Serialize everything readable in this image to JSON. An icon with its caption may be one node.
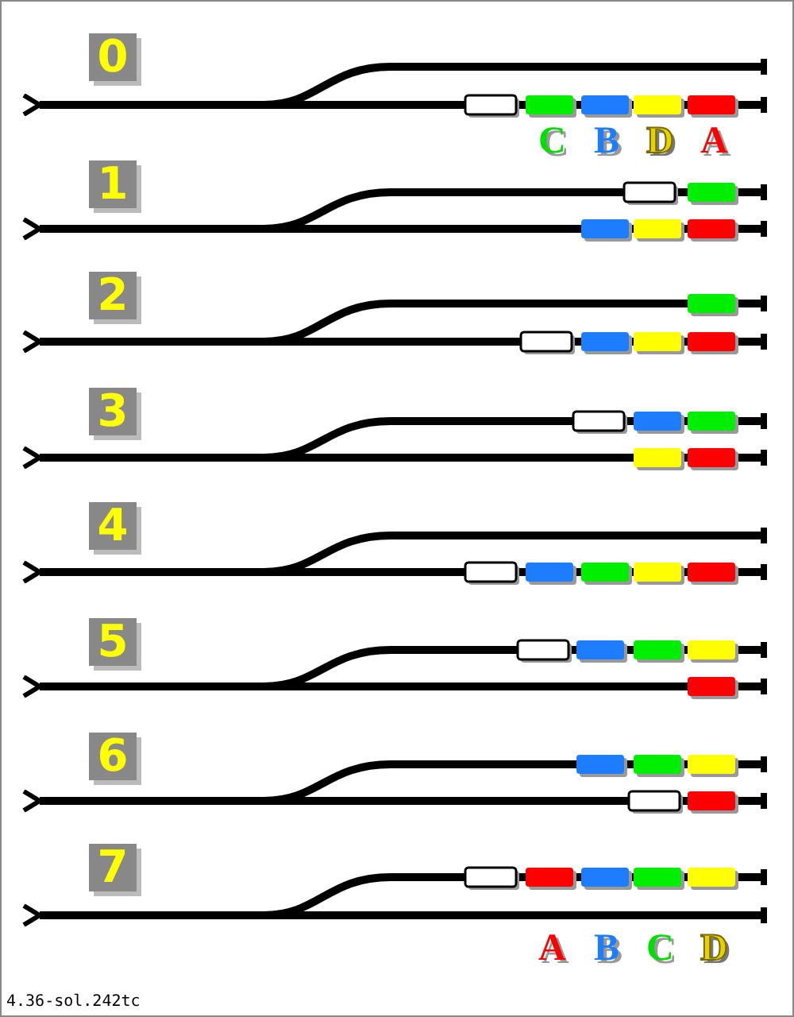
{
  "diagram": {
    "labels": [
      "0",
      "C",
      "B",
      "D",
      "A",
      "1",
      "2",
      "3",
      "4",
      "5",
      "6",
      "7",
      "A",
      "B",
      "C",
      "D",
      "4.36-sol.242tc"
    ]
  }
}
